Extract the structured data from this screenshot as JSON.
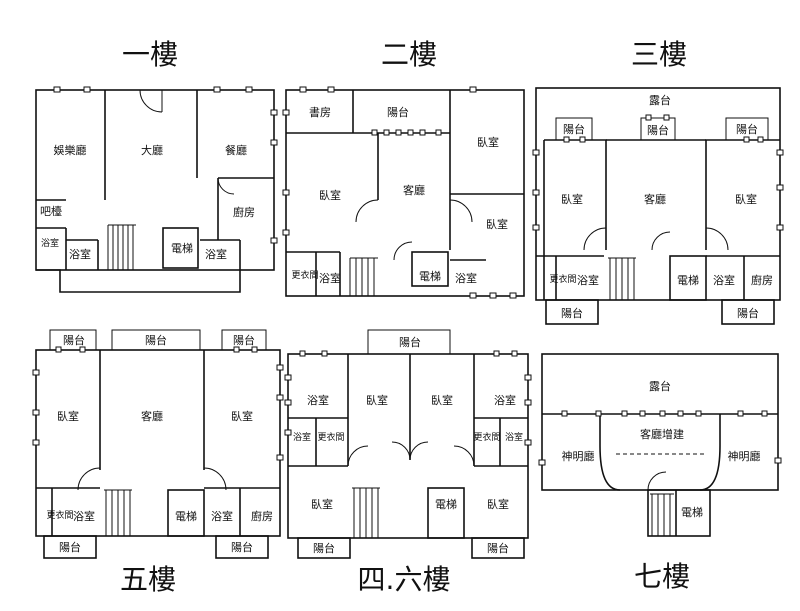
{
  "floors": {
    "f1": {
      "title": "一樓",
      "rooms": [
        "娛樂廳",
        "大廳",
        "餐廳",
        "廚房",
        "吧檯",
        "浴室",
        "浴室",
        "電梯",
        "浴室"
      ]
    },
    "f2": {
      "title": "二樓",
      "rooms": [
        "書房",
        "陽台",
        "臥室",
        "臥室",
        "客廳",
        "臥室",
        "更衣間",
        "浴室",
        "電梯",
        "浴室"
      ]
    },
    "f3": {
      "title": "三樓",
      "rooms": [
        "露台",
        "陽台",
        "陽台",
        "陽台",
        "臥室",
        "客廳",
        "臥室",
        "更衣間",
        "浴室",
        "電梯",
        "浴室",
        "廚房",
        "陽台",
        "陽台"
      ]
    },
    "f5": {
      "title": "五樓",
      "rooms": [
        "陽台",
        "陽台",
        "陽台",
        "臥室",
        "客廳",
        "臥室",
        "更衣間",
        "浴室",
        "電梯",
        "浴室",
        "廚房",
        "陽台",
        "陽台"
      ]
    },
    "f46": {
      "title": "四.六樓",
      "rooms": [
        "陽台",
        "浴室",
        "臥室",
        "臥室",
        "浴室",
        "浴室",
        "更衣間",
        "更衣間",
        "浴室",
        "臥室",
        "電梯",
        "臥室",
        "陽台",
        "陽台"
      ]
    },
    "f7": {
      "title": "七樓",
      "rooms": [
        "露台",
        "客廳增建",
        "神明廳",
        "神明廳",
        "電梯"
      ]
    }
  }
}
